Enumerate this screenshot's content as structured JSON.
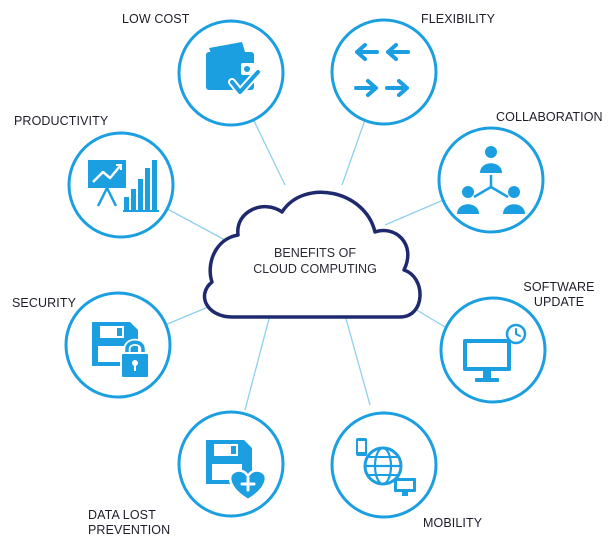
{
  "center": {
    "line1": "BENEFITS OF",
    "line2": "CLOUD COMPUTING"
  },
  "colors": {
    "circle_stroke": "#1c9fe0",
    "icon": "#1c9fe0",
    "cloud_stroke": "#1f2a6e",
    "connector": "#8fcfee"
  },
  "benefits": [
    {
      "id": "low-cost",
      "label": "LOW COST",
      "icon": "wallet-check-icon"
    },
    {
      "id": "flexibility",
      "label": "FLEXIBILITY",
      "icon": "arrows-exchange-icon"
    },
    {
      "id": "collaboration",
      "label": "COLLABORATION",
      "icon": "team-network-icon"
    },
    {
      "id": "software-update",
      "label_lines": [
        "SOFTWARE",
        "UPDATE"
      ],
      "icon": "monitor-clock-icon"
    },
    {
      "id": "mobility",
      "label": "MOBILITY",
      "icon": "globe-devices-icon"
    },
    {
      "id": "data-lost-prevention",
      "label_lines": [
        "DATA LOST",
        "PREVENTION"
      ],
      "icon": "floppy-heart-icon"
    },
    {
      "id": "security",
      "label": "SECURITY",
      "icon": "floppy-lock-icon"
    },
    {
      "id": "productivity",
      "label": "PRODUCTIVITY",
      "icon": "presentation-chart-icon"
    }
  ]
}
